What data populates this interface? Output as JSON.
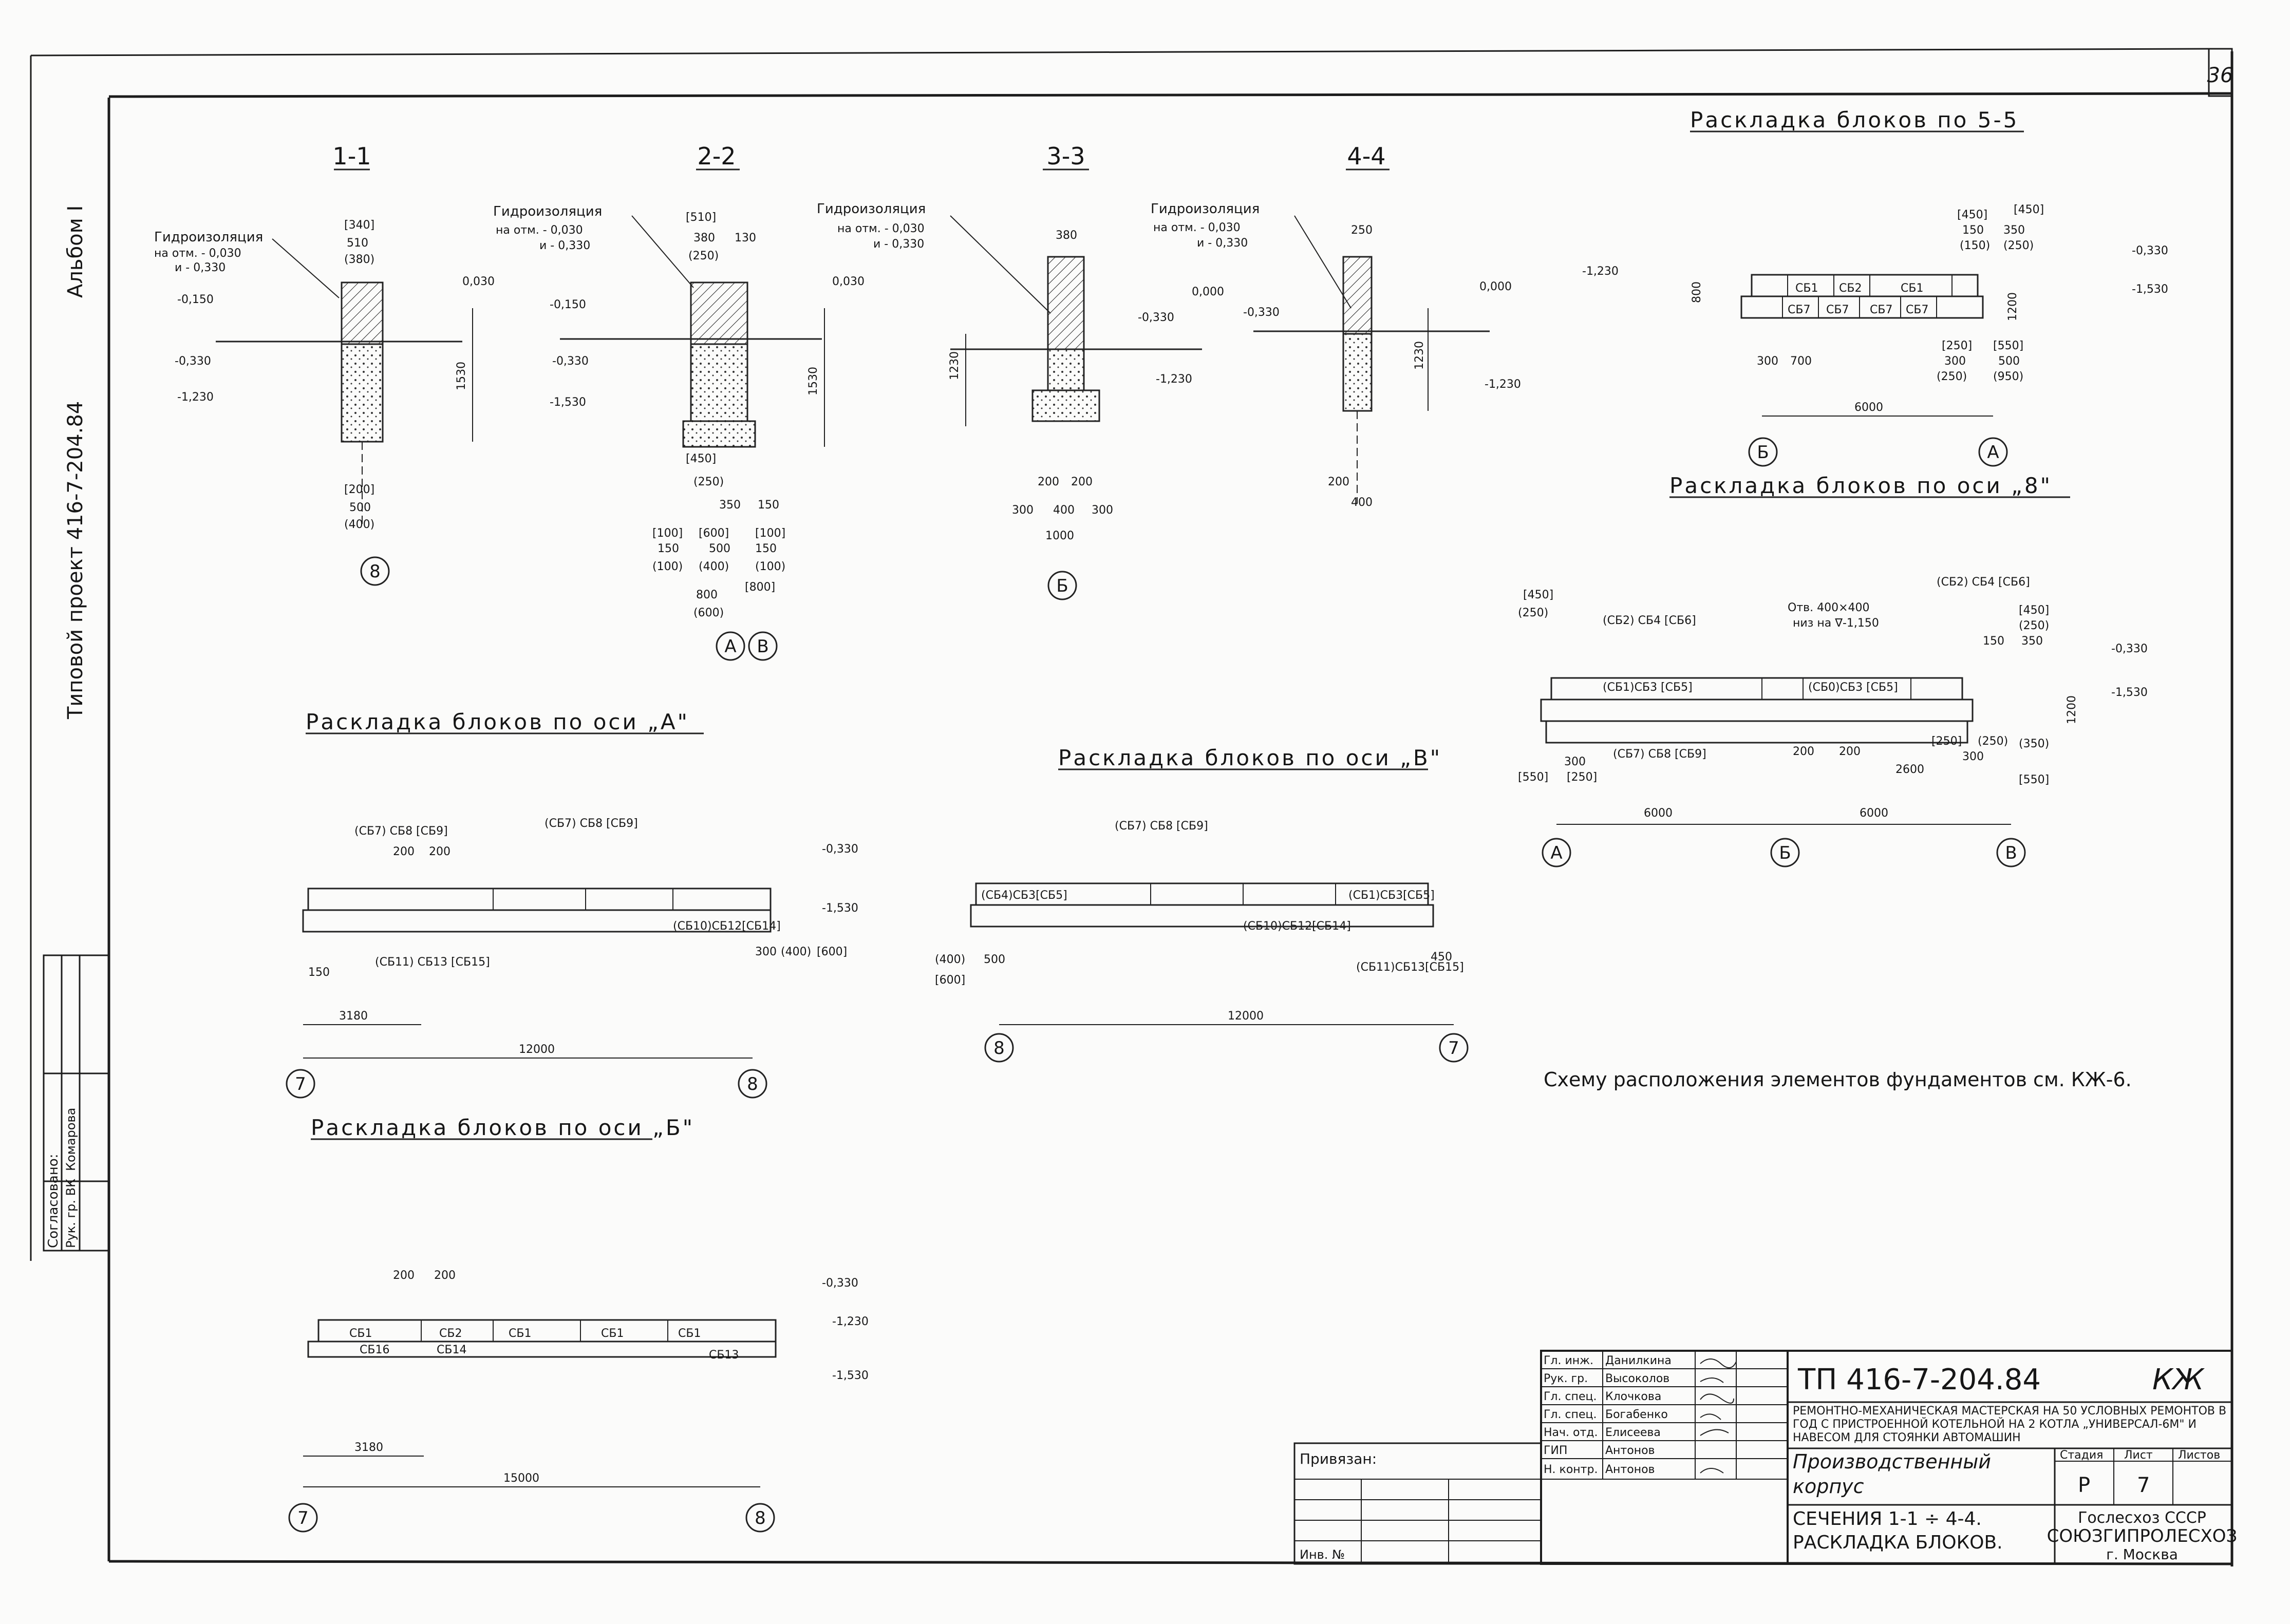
{
  "sheet": {
    "number": "36",
    "album": "Альбом I",
    "project": "Типовой проект 416-7-204.84"
  },
  "sections": [
    {
      "label": "1-1",
      "hydro": [
        "Гидроизоляция",
        "на отм. - 0,030",
        "и - 0,330"
      ],
      "levels": [
        "0,030",
        "-0,150",
        "-0,330",
        "-1,230"
      ],
      "width_labels": [
        "[340]",
        "510",
        "(380)"
      ],
      "base_labels": [
        "[200]",
        "500",
        "(400)"
      ],
      "height": "1530",
      "axis": "8"
    },
    {
      "label": "2-2",
      "hydro": [
        "Гидроизоляция",
        "на отм. - 0,030",
        "и - 0,330"
      ],
      "levels": [
        "0,030",
        "-0,150",
        "-0,330",
        "-1,530"
      ],
      "width_labels": [
        "[510]",
        "380",
        "(250)",
        "130"
      ],
      "base_labels": [
        "[450]",
        "(250)",
        "350",
        "150",
        "[100]",
        "[600]",
        "[100]",
        "150",
        "500",
        "150",
        "(100)",
        "(400)",
        "(100)",
        "800",
        "[800]",
        "(600)"
      ],
      "height": "1530",
      "axes": [
        "А",
        "В"
      ]
    },
    {
      "label": "3-3",
      "hydro": [
        "Гидроизоляция",
        "на отм. - 0,030",
        "и - 0,330"
      ],
      "levels": [
        "0,000",
        "-0,330",
        "-1,230"
      ],
      "width_labels": [
        "380"
      ],
      "base_labels": [
        "200",
        "200",
        "300",
        "400",
        "300",
        "1000"
      ],
      "height": "1230",
      "axis": "Б"
    },
    {
      "label": "4-4",
      "hydro": [
        "Гидроизоляция",
        "на отм. - 0,030",
        "и - 0,330"
      ],
      "levels": [
        "0,000",
        "-0,330",
        "-1,230"
      ],
      "width_labels": [
        "250"
      ],
      "base_labels": [
        "200",
        "400"
      ],
      "height": "1230"
    }
  ],
  "layout_55": {
    "title": "Раскладка блоков по 5-5",
    "levels": [
      "-0,330",
      "-1,530",
      "-1,230"
    ],
    "blocks": [
      "СБ1",
      "СБ2",
      "СБ1",
      "СБ7",
      "СБ7",
      "СБ7",
      "СБ7"
    ],
    "dims": [
      "[450]",
      "[450]",
      "150",
      "350",
      "(150)",
      "(250)",
      "800",
      "1200",
      "[250]",
      "300",
      "(250)",
      "[550]",
      "500",
      "(950)",
      "300",
      "700",
      "6000"
    ],
    "axes": [
      "Б",
      "А"
    ]
  },
  "layout_8": {
    "title": "Раскладка блоков по оси „8\"",
    "opening": [
      "Отв. 400×400",
      "низ на ∇-1,150"
    ],
    "levels": [
      "-0,330",
      "-1,530"
    ],
    "callouts": [
      "(СБ2) СБ4 [СБ6]",
      "(СБ2) СБ4 [СБ6]",
      "(СБ1)СБ3 [СБ5]",
      "(СБ0)СБ3 [СБ5]",
      "(СБ7) СБ8 [СБ9]"
    ],
    "dims": [
      "[450]",
      "(250)",
      "[450]",
      "(250)",
      "350",
      "150",
      "1200",
      "200",
      "200",
      "[250]",
      "(250)",
      "300",
      "2600",
      "(350)",
      "[550]",
      "[250]",
      "[550]",
      "300",
      "6000",
      "6000"
    ],
    "axes": [
      "А",
      "Б",
      "В"
    ]
  },
  "layout_A": {
    "title": "Раскладка блоков по оси „А\"",
    "callouts": [
      "(СБ7) СБ8 [СБ9]",
      "(СБ7) СБ8 [СБ9]",
      "(СБ11) СБ13 [СБ15]",
      "(СБ10)СБ12[СБ14]"
    ],
    "levels": [
      "-0,330",
      "-1,530"
    ],
    "dims": [
      "200",
      "200",
      "150",
      "300",
      "(400)",
      "[600]",
      "3180",
      "12000"
    ],
    "axes": [
      "7",
      "8"
    ]
  },
  "layout_V": {
    "title": "Раскладка блоков по оси „В\"",
    "callouts": [
      "(СБ7) СБ8 [СБ9]",
      "(СБ4)СБ3[СБ5]",
      "(СБ1)СБ3[СБ5]",
      "(СБ10)СБ12[СБ14]",
      "(СБ11)СБ13[СБ15]"
    ],
    "dims": [
      "(400)",
      "500",
      "[600]",
      "450",
      "12000"
    ],
    "axes": [
      "8",
      "7"
    ]
  },
  "layout_B": {
    "title": "Раскладка блоков по оси „Б\"",
    "blocks": [
      "СБ1",
      "СБ2",
      "СБ1",
      "СБ1",
      "СБ1"
    ],
    "small": [
      "СБ16",
      "СБ14",
      "СБ13"
    ],
    "levels": [
      "-0,330",
      "-1,230",
      "-1,530"
    ],
    "dims": [
      "200",
      "200",
      "3180",
      "15000"
    ],
    "axes": [
      "7",
      "8"
    ]
  },
  "note": "Схему расположения элементов фундаментов см. КЖ-6.",
  "approval": {
    "heading": "Согласовано:",
    "role": "Рук. гр. ВК",
    "name": "Комарова"
  },
  "titleblock": {
    "code": "ТП 416-7-204.84",
    "mark": "КЖ",
    "description": "Ремонтно-механическая мастерская на 50 условных ремонтов в год с пристроенной котельной на 2 котла „Универсал-6М\" и навесом для стоянки автомашин",
    "building": "Производственный корпус",
    "sheet_title": "Сечения 1-1 ÷ 4-4. Раскладка блоков.",
    "org": [
      "Гослесхоз СССР",
      "СОЮЗГИПРОЛЕСХОЗ",
      "г. Москва"
    ],
    "columns": [
      "Стадия",
      "Лист",
      "Листов"
    ],
    "stage": "Р",
    "sheet": "7",
    "sheets": "",
    "attached": "Привязан:",
    "inv": "Инв. №",
    "staff": [
      {
        "role": "Гл. инж.",
        "name": "Данилкина"
      },
      {
        "role": "Рук. гр.",
        "name": "Высоколов"
      },
      {
        "role": "Гл. спец.",
        "name": "Клочкова"
      },
      {
        "role": "Гл. спец.",
        "name": "Богабенко"
      },
      {
        "role": "Нач. отд.",
        "name": "Елисеева"
      },
      {
        "role": "ГИП",
        "name": "Антонов"
      },
      {
        "role": "Н. контр.",
        "name": "Антонов"
      }
    ]
  }
}
